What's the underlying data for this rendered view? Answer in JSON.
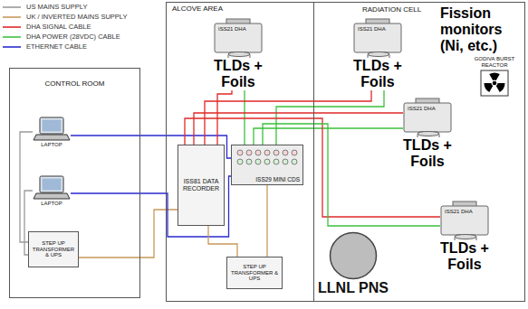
{
  "diagram": {
    "nodes": [
      {
        "text": [
          "CONTROL ROOM"
        ]
      },
      {
        "text": [
          "LAPTOP"
        ],
        "in": 0
      },
      {
        "text": [
          "LAPTOP"
        ],
        "in": 0
      },
      {
        "text": [
          "STEP UP TRANSFORMER & UPS"
        ],
        "in": 0
      },
      {
        "text": [
          "ALCOVE AREA"
        ]
      },
      {
        "text": [
          "ISS21 DHA"
        ],
        "in": 4
      },
      {
        "text": [
          "ISS81 DATA RECORDER"
        ],
        "in": 4
      },
      {
        "text": [
          "ISS29 MINI CDS"
        ],
        "in": 4
      },
      {
        "text": [
          "STEP UP TRANSFORMER & UPS"
        ],
        "in": 4
      },
      {
        "text": [
          "RADIATION CELL"
        ]
      },
      {
        "text": [
          "ISS21 DHA"
        ],
        "in": 9
      },
      {
        "text": [
          "ISS21 DHA"
        ],
        "in": 9
      },
      {
        "text": [
          "ISS21 DHA"
        ],
        "in": 9
      },
      {
        "text": [
          "GODIVA BURST REACTOR"
        ],
        "in": 9
      },
      {
        "text": [
          "LLNL PNS"
        ],
        "in": 9
      }
    ],
    "edges": [
      {
        "from": 3,
        "to": 1,
        "arrow": "none"
      },
      {
        "from": 3,
        "to": 2,
        "arrow": "none"
      },
      {
        "from": 3,
        "to": 6,
        "arrow": "none"
      },
      {
        "from": 1,
        "to": 7,
        "arrow": "none"
      },
      {
        "from": 2,
        "to": 7,
        "arrow": "none"
      },
      {
        "from": 5,
        "to": 6,
        "arrow": "none"
      },
      {
        "from": 5,
        "to": 7,
        "arrow": "none"
      },
      {
        "from": 10,
        "to": 6,
        "arrow": "none"
      },
      {
        "from": 10,
        "to": 7,
        "arrow": "none"
      },
      {
        "from": 11,
        "to": 6,
        "arrow": "none"
      },
      {
        "from": 11,
        "to": 7,
        "arrow": "none"
      },
      {
        "from": 12,
        "to": 6,
        "arrow": "none"
      },
      {
        "from": 12,
        "to": 7,
        "arrow": "none"
      },
      {
        "from": 8,
        "to": 6,
        "arrow": "none"
      },
      {
        "from": 8,
        "to": 7,
        "arrow": "none"
      }
    ],
    "labels": [
      "TLDs + Foils",
      "TLDs + Foils",
      "TLDs + Foils",
      "TLDs + Foils",
      "Fission monitors (Ni, etc.)"
    ],
    "legend": [
      {
        "text": "US MAINS SUPPLY"
      },
      {
        "text": "UK / INVERTED MAINS SUPPLY"
      },
      {
        "text": "DHA SIGNAL CABLE"
      },
      {
        "text": "DHA POWER (28VDC) CABLE"
      },
      {
        "text": "ETHERNET CABLE"
      }
    ]
  }
}
